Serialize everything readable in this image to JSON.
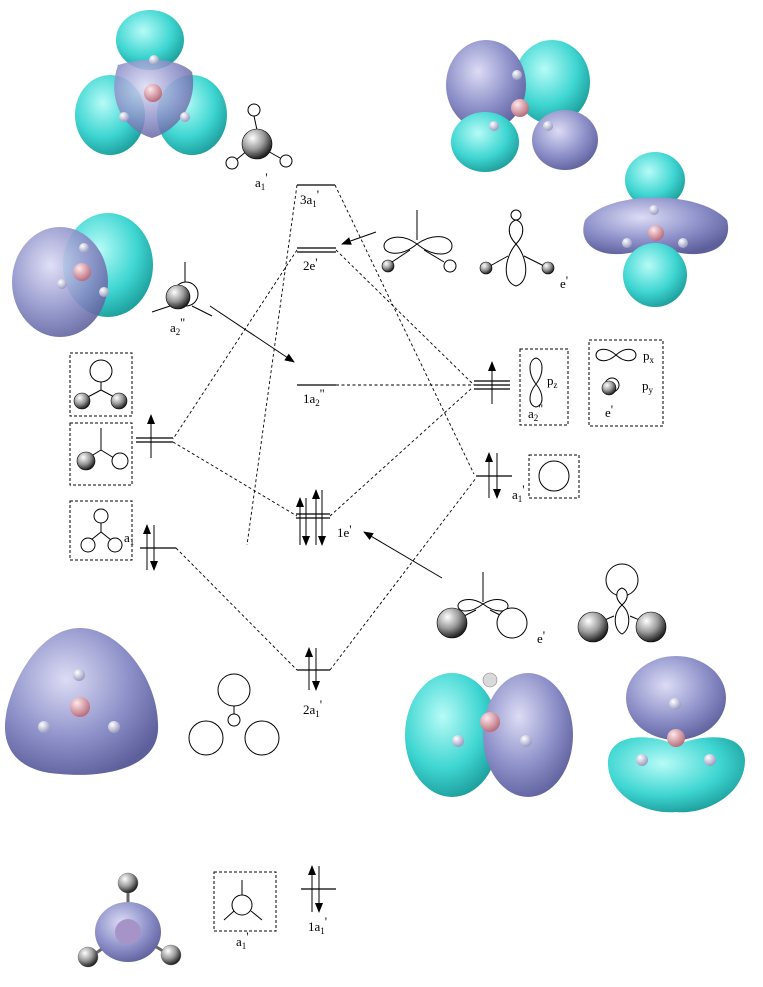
{
  "colors": {
    "lobe_positive": "#3fd6d2",
    "lobe_negative": "#8c8fc8",
    "boron_atom": "#d79aa6",
    "hydrogen_atom": "#c9cbe0",
    "shaded_sphere_dark": "#333333",
    "line": "#000000"
  },
  "mo_levels": [
    {
      "id": "3a1'",
      "main": "3a",
      "sub": "1",
      "prime": "'"
    },
    {
      "id": "2e'",
      "main": "2e",
      "sub": "",
      "prime": "'"
    },
    {
      "id": "1a2''",
      "main": "1a",
      "sub": "2",
      "prime": "''"
    },
    {
      "id": "1e'",
      "main": "1e",
      "sub": "",
      "prime": "'"
    },
    {
      "id": "2a1'",
      "main": "2a",
      "sub": "1",
      "prime": "'"
    },
    {
      "id": "1a1'",
      "main": "1a",
      "sub": "1",
      "prime": "'"
    }
  ],
  "ligand_group_orbitals": {
    "a1": {
      "main": "a",
      "sub": "1"
    },
    "a1_prime": {
      "main": "a",
      "sub": "1",
      "prime": "'"
    }
  },
  "central_atom_orbitals": {
    "pz": {
      "main": "p",
      "sub": "z"
    },
    "a2pp": {
      "main": "a",
      "sub": "2",
      "prime": "''"
    },
    "px": {
      "main": "p",
      "sub": "x"
    },
    "py": {
      "main": "p",
      "sub": "y"
    },
    "e_prime": {
      "main": "e",
      "prime": "'"
    }
  },
  "sketch_labels": {
    "top_a1p": {
      "main": "a",
      "sub": "1",
      "prime": "'"
    },
    "a2pp_left": {
      "main": "a",
      "sub": "2",
      "prime": "''"
    },
    "e_top": {
      "main": "e",
      "prime": "'"
    },
    "e_bottom": {
      "main": "e",
      "prime": "'"
    },
    "bottom_a1p": {
      "main": "a",
      "sub": "1",
      "prime": "'"
    }
  },
  "icons": [
    "isosurface-orbital",
    "shaded-atom",
    "electron-arrow",
    "correlation-line"
  ]
}
